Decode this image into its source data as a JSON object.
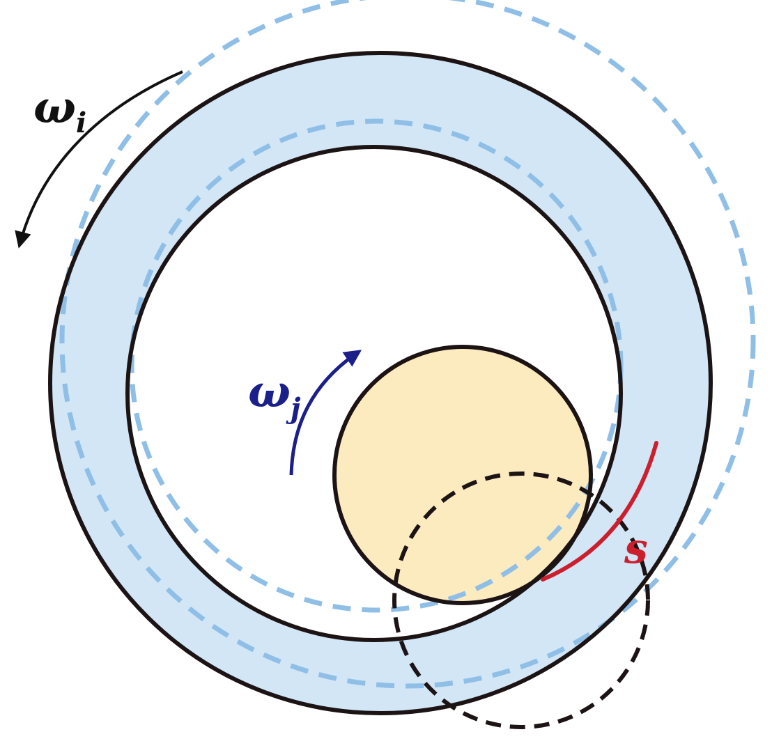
{
  "labels": {
    "omega_i": {
      "base": "ω",
      "sub": "i"
    },
    "omega_j": {
      "base": "ω",
      "sub": "j"
    },
    "s": "s"
  },
  "colors": {
    "outline": "#1c1414",
    "ring_fill": "#d2e6f6",
    "ring_dashed": "#8fbfe6",
    "ball_fill": "#fdebc0",
    "omega_i": "#111111",
    "omega_j": "#1b1f8a",
    "slip_arc": "#cc1f2e"
  },
  "icons": {
    "omega_i_arrow": "counterclockwise-arrow",
    "omega_j_arrow": "clockwise-arrow"
  }
}
